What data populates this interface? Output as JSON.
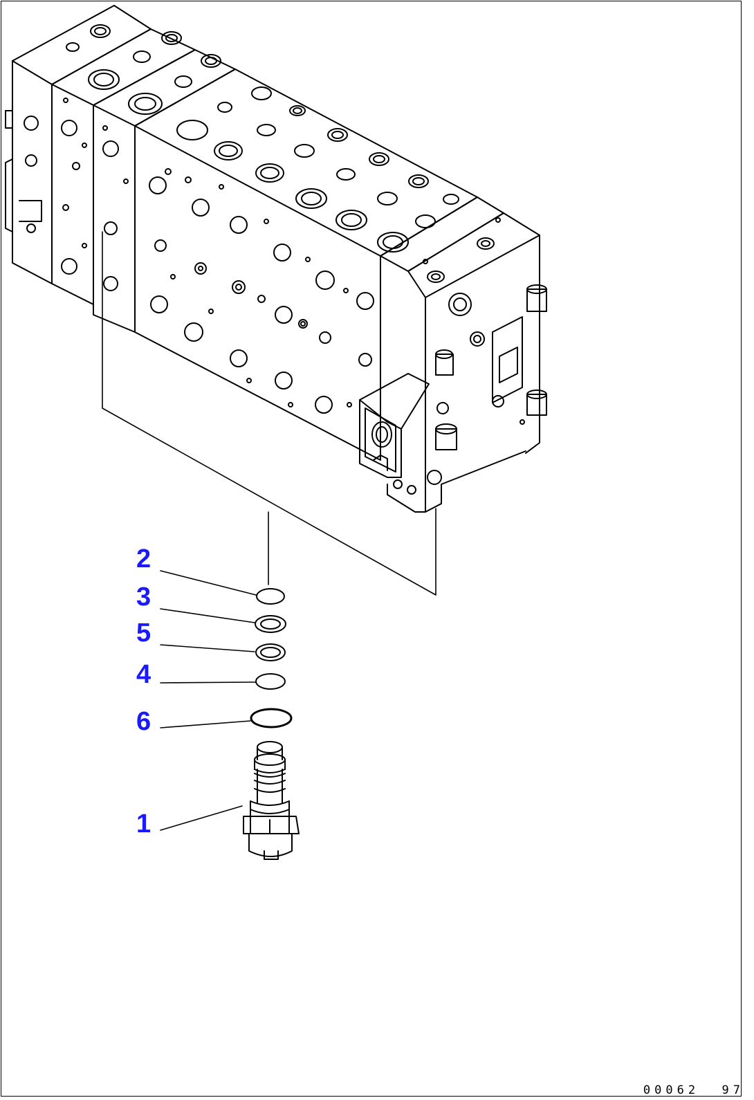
{
  "callouts": [
    {
      "id": "c2",
      "label": "2"
    },
    {
      "id": "c3",
      "label": "3"
    },
    {
      "id": "c5",
      "label": "5"
    },
    {
      "id": "c4",
      "label": "4"
    },
    {
      "id": "c6",
      "label": "6"
    },
    {
      "id": "c1",
      "label": "1"
    }
  ],
  "doc_id": "00062  97",
  "colors": {
    "callout": "#1a1aff",
    "line": "#000000"
  }
}
